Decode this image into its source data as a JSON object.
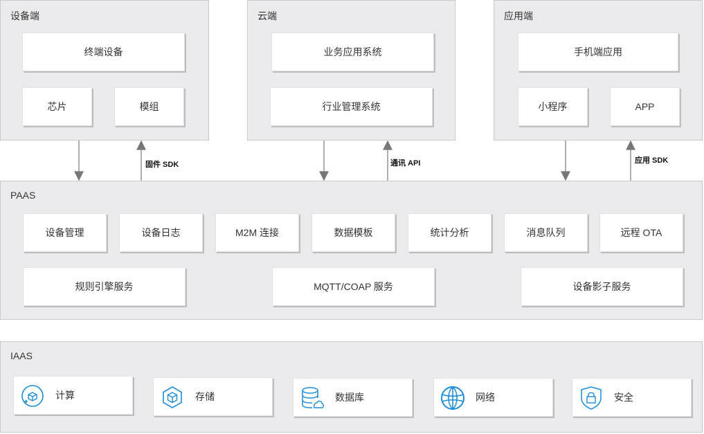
{
  "device": {
    "title": "设备端",
    "terminal": "终端设备",
    "chip": "芯片",
    "module": "模组"
  },
  "cloud": {
    "title": "云端",
    "biz": "业务应用系统",
    "industry": "行业管理系统"
  },
  "app": {
    "title": "应用端",
    "mobile": "手机端应用",
    "mini": "小程序",
    "app": "APP"
  },
  "arrows": {
    "firmware_sdk": "固件 SDK",
    "comm_api": "通讯 API",
    "app_sdk": "应用 SDK"
  },
  "paas": {
    "title": "PAAS",
    "row1": [
      "设备管理",
      "设备日志",
      "M2M 连接",
      "数据模板",
      "统计分析",
      "消息队列",
      "远程 OTA"
    ],
    "rules": "规则引擎服务",
    "mqtt": "MQTT/COAP 服务",
    "shadow": "设备影子服务"
  },
  "iaas": {
    "title": "IAAS",
    "items": [
      {
        "label": "计算",
        "icon": "compute-icon"
      },
      {
        "label": "存储",
        "icon": "storage-icon"
      },
      {
        "label": "数据库",
        "icon": "database-icon"
      },
      {
        "label": "网络",
        "icon": "network-icon"
      },
      {
        "label": "安全",
        "icon": "security-icon"
      }
    ]
  },
  "colors": {
    "panel_bg": "#ebebed",
    "accent_blue": "#1a8cd8",
    "arrow": "#777777"
  }
}
